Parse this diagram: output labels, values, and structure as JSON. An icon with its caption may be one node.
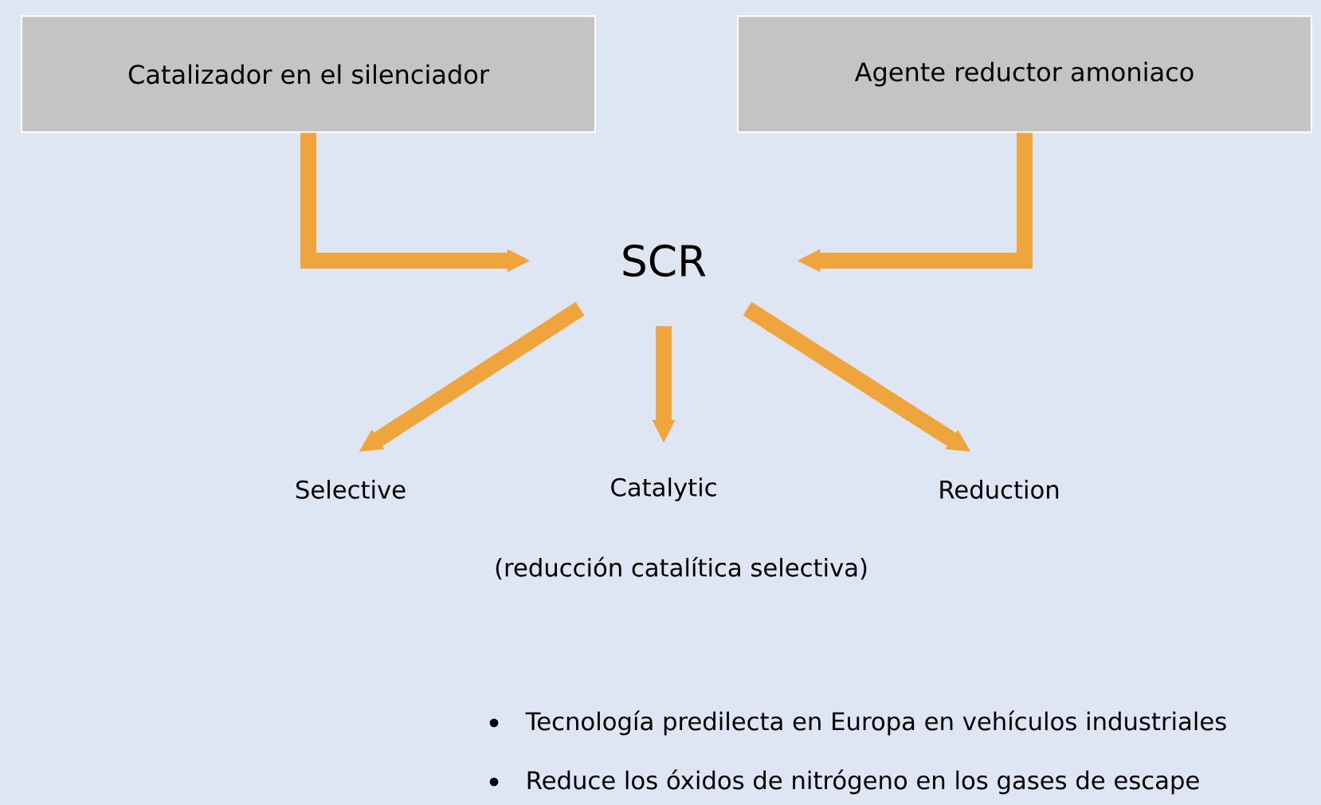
{
  "diagram": {
    "nodes": [
      {
        "text": [
          "Catalizador en el silenciador"
        ]
      },
      {
        "text": [
          "Agente reductor amoniaco"
        ]
      },
      {
        "text": [
          "SCR"
        ]
      },
      {
        "text": [
          "Selective"
        ]
      },
      {
        "text": [
          "Catalytic"
        ]
      },
      {
        "text": [
          "Reduction"
        ]
      }
    ],
    "edges": [
      {
        "from": 0,
        "to": 2,
        "arrow": "to"
      },
      {
        "from": 1,
        "to": 2,
        "arrow": "to"
      },
      {
        "from": 2,
        "to": 3,
        "arrow": "to"
      },
      {
        "from": 2,
        "to": 4,
        "arrow": "to"
      },
      {
        "from": 2,
        "to": 5,
        "arrow": "to"
      }
    ],
    "labels": [
      "(reducción catalítica selectiva)",
      "Tecnología predilecta en Europa en vehículos industriales",
      "Reduce los óxidos de nitrógeno en los gases de escape"
    ]
  }
}
